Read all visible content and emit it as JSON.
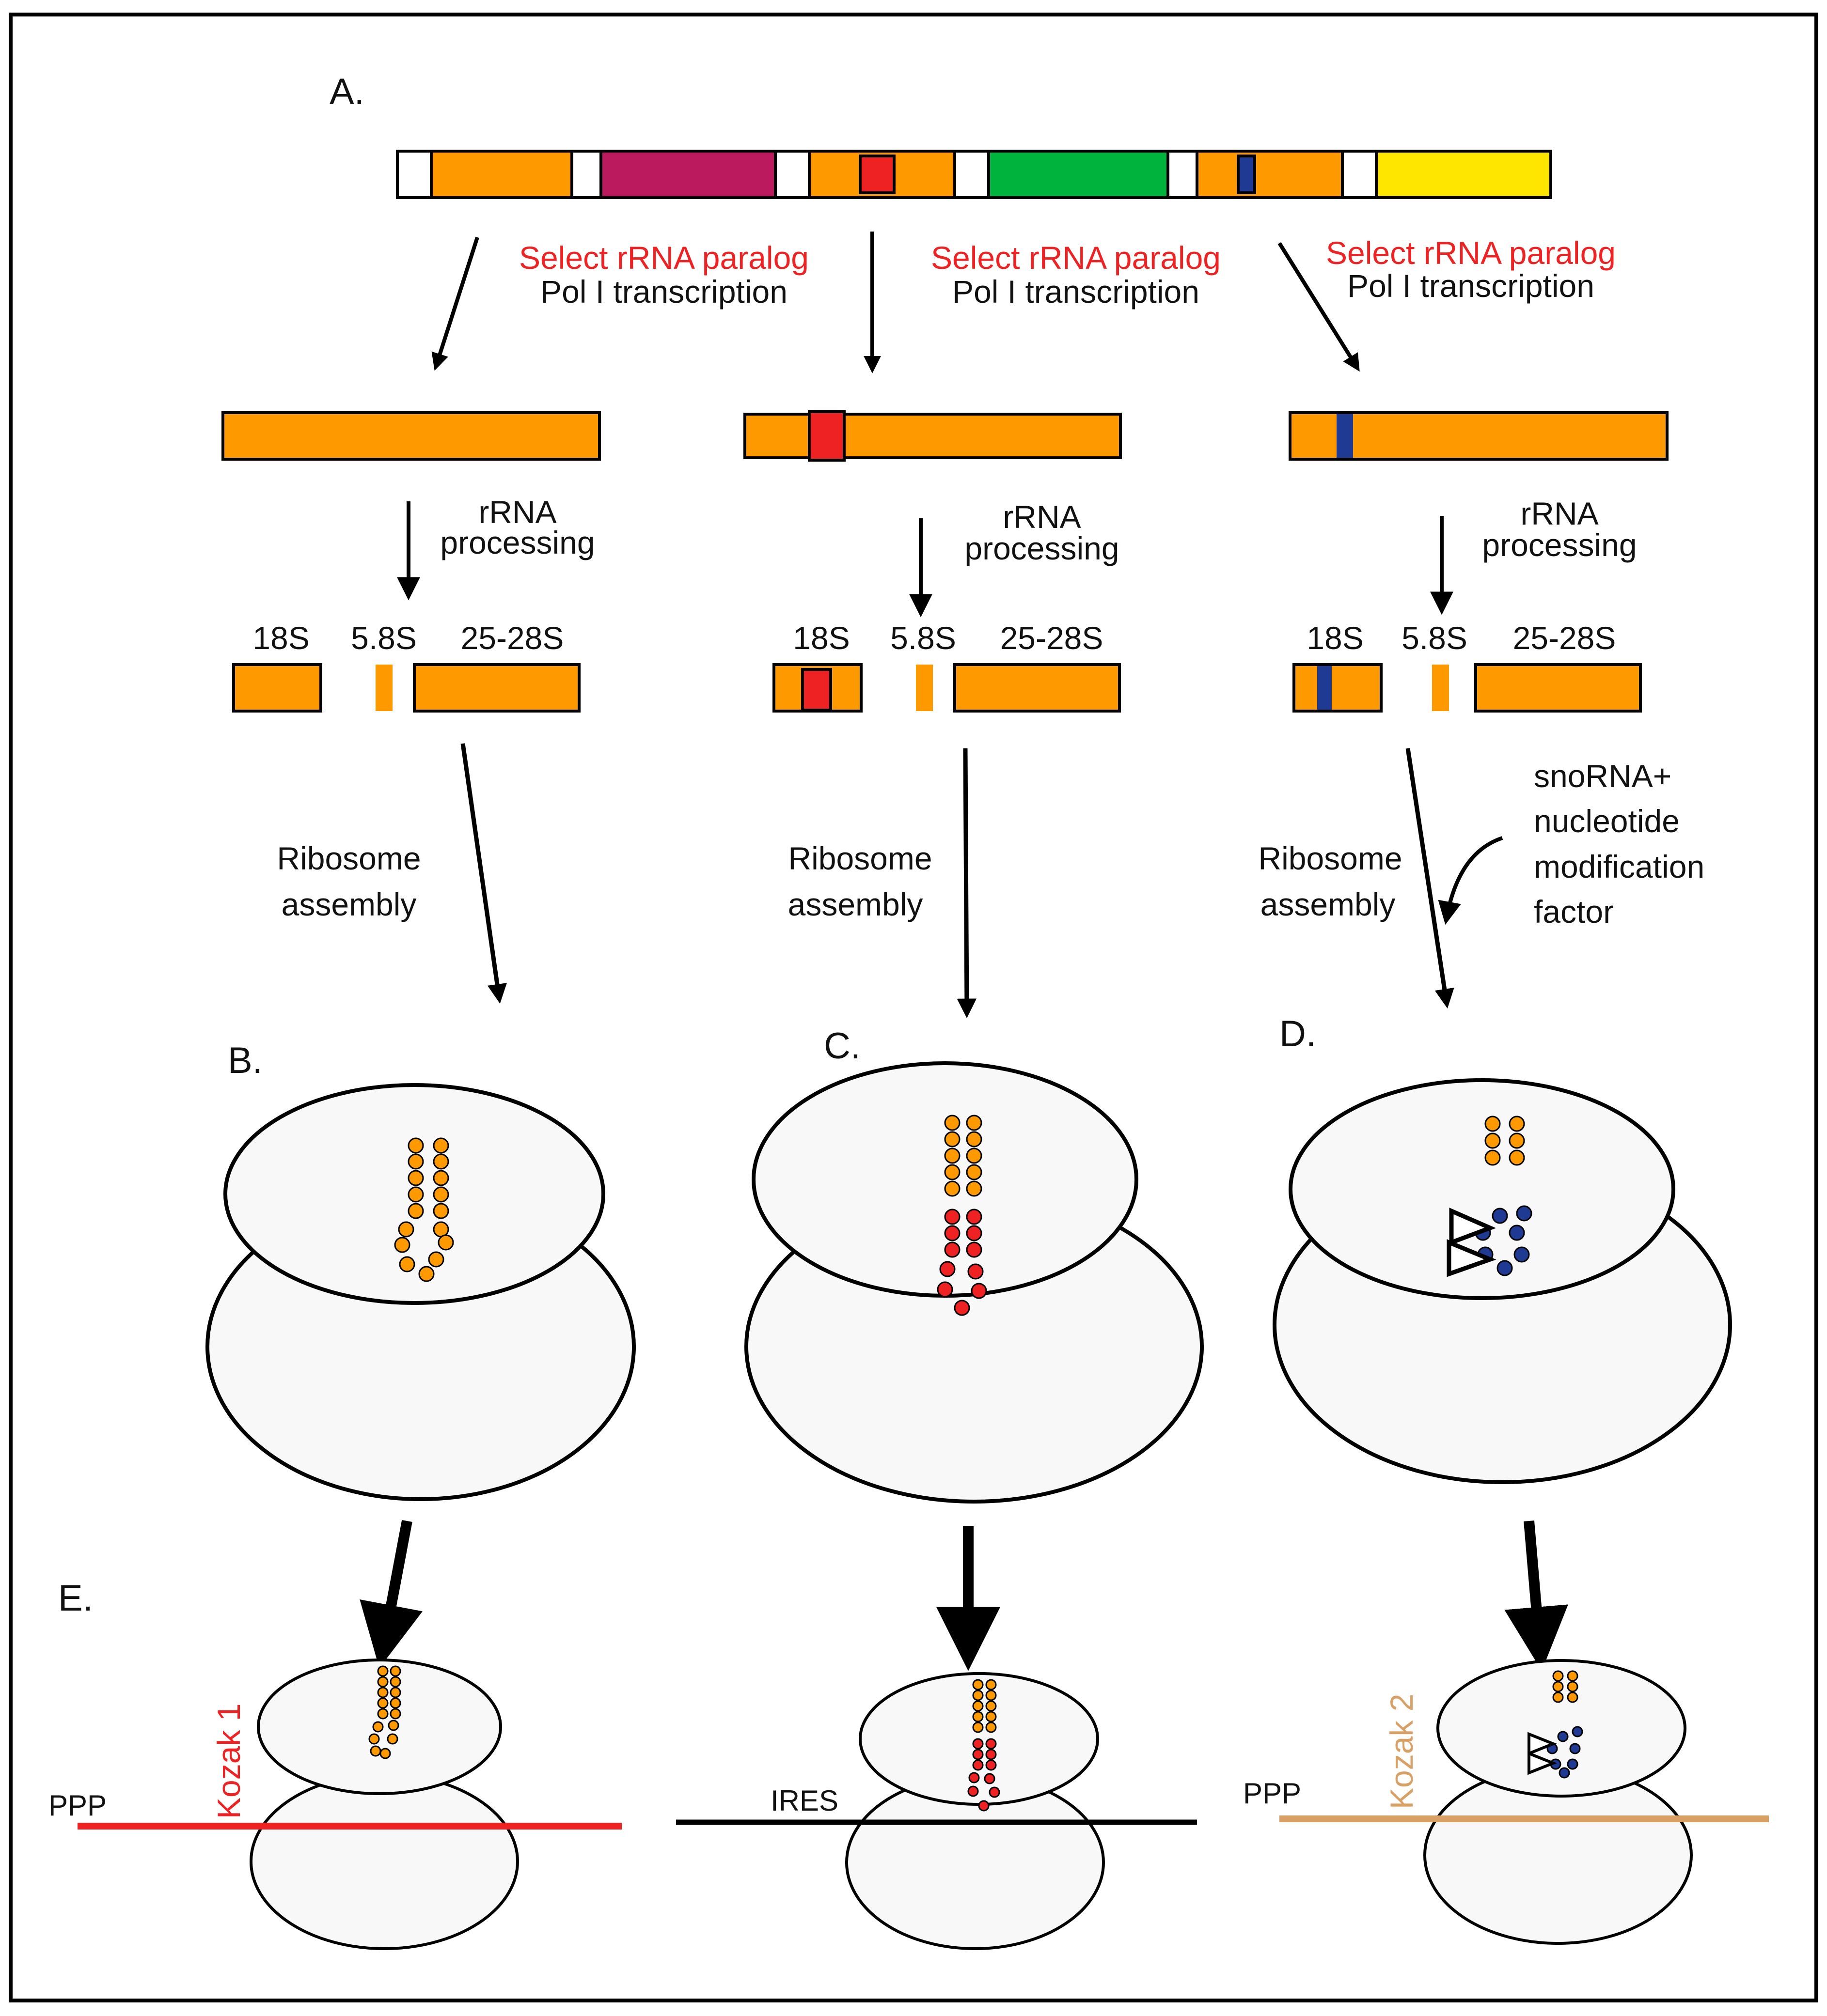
{
  "panels": {
    "a": "A.",
    "b": "B.",
    "c": "C.",
    "d": "D.",
    "e": "E."
  },
  "steps": {
    "select": "Select rRNA paralog",
    "pol": "Pol I transcription",
    "processing_1": "rRNA",
    "processing_2": "processing",
    "assembly_1": "Ribosome",
    "assembly_2": "assembly"
  },
  "rrna_labels": {
    "s18": "18S",
    "s58": "5.8S",
    "s2528": "25-28S"
  },
  "modification": {
    "line1": "snoRNA+",
    "line2": "nucleotide",
    "line3": "modification",
    "line4": "factor"
  },
  "mrna": {
    "ppp": "PPP",
    "kozak1": "Kozak 1",
    "ires": "IRES",
    "kozak2": "Kozak 2"
  },
  "colors": {
    "orange": "#ff9900",
    "magenta": "#bb1a5e",
    "green": "#00b33c",
    "yellow": "#ffe600",
    "red": "#ee2222",
    "blue": "#1f3a93",
    "tan": "#d9a066",
    "ribosome_fill": "#f8f8f8"
  }
}
